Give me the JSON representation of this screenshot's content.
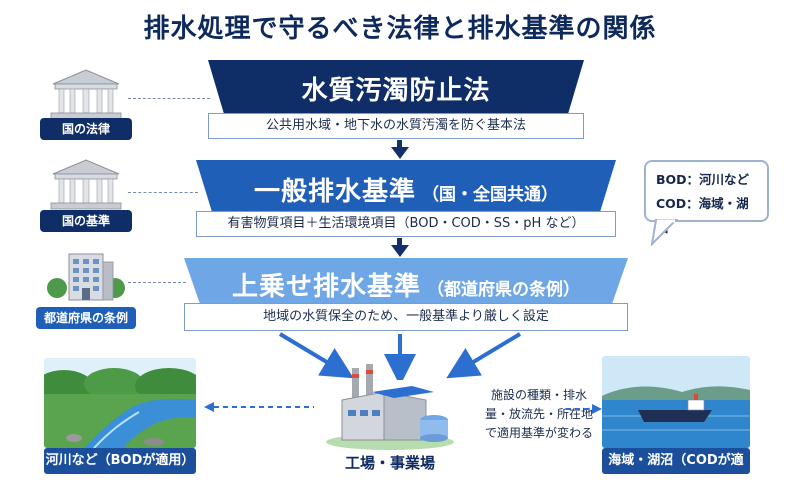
{
  "title": "排水処理で守るべき法律と排水基準の関係",
  "tags": {
    "national_law": "国の法律",
    "national_standard": "国の基準",
    "prefecture_ordinance": "都道府県の条例"
  },
  "tiers": [
    {
      "title": "水質汚濁防止法",
      "subtitle": "",
      "description": "公共用水域・地下水の水質汚濁を防ぐ基本法",
      "color": "#0f2d66"
    },
    {
      "title": "一般排水基準",
      "subtitle": "（国・全国共通）",
      "description": "有害物質項目＋生活環境項目（BOD・COD・SS・pH など）",
      "color": "#1f5fb8"
    },
    {
      "title": "上乗せ排水基準",
      "subtitle": "（都道府県の条例）",
      "description": "地域の水質保全のため、一般基準より厳しく設定",
      "color": "#6fa6e6"
    }
  ],
  "bubble": {
    "line1": "BOD：河川など",
    "line2": "COD：海域・湖沼"
  },
  "bottom": {
    "river_caption": "河川など（BODが適用）",
    "sea_caption": "海域・湖沼（CODが適用）",
    "factory_label": "工場・事業場",
    "factory_note": "施設の種類・排水量・放流先・所在地で適用基準が変わる"
  },
  "icons": [
    "government-building-icon",
    "government-building-icon",
    "office-building-icon",
    "factory-icon",
    "river-photo",
    "sea-ship-photo"
  ]
}
